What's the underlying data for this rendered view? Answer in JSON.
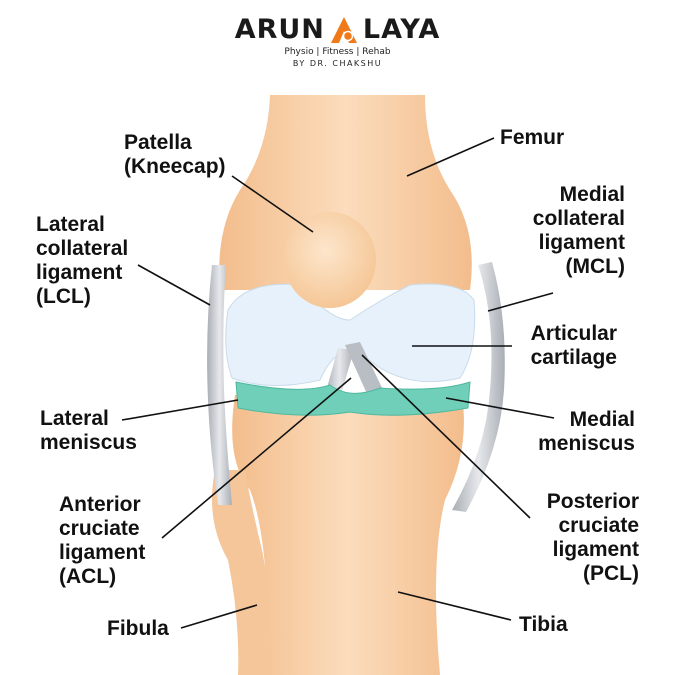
{
  "logo": {
    "left_text": "ARUN",
    "right_text": "LAYA",
    "tagline": "Physio | Fitness | Rehab",
    "byline": "BY DR. CHAKSHU",
    "accent_color": "#f07a1a"
  },
  "labels": {
    "patella": "Patella\n(Kneecap)",
    "femur": "Femur",
    "lcl": "Lateral\ncollateral\nligament\n(LCL)",
    "mcl": "Medial\ncollateral\nligament\n(MCL)",
    "articular_cartilage": "Articular\ncartilage",
    "lateral_meniscus": "Lateral\nmeniscus",
    "medial_meniscus": "Medial\nmeniscus",
    "acl": "Anterior\ncruciate\nligament\n(ACL)",
    "pcl": "Posterior\ncruciate\nligament\n(PCL)",
    "fibula": "Fibula",
    "tibia": "Tibia"
  },
  "colors": {
    "bone": "#f6c89a",
    "bone_light": "#fbe0c2",
    "cartilage": "#e4f0fb",
    "meniscus": "#6fcfb8",
    "ligament": "#c5c9cf",
    "leader_line": "#111111"
  }
}
